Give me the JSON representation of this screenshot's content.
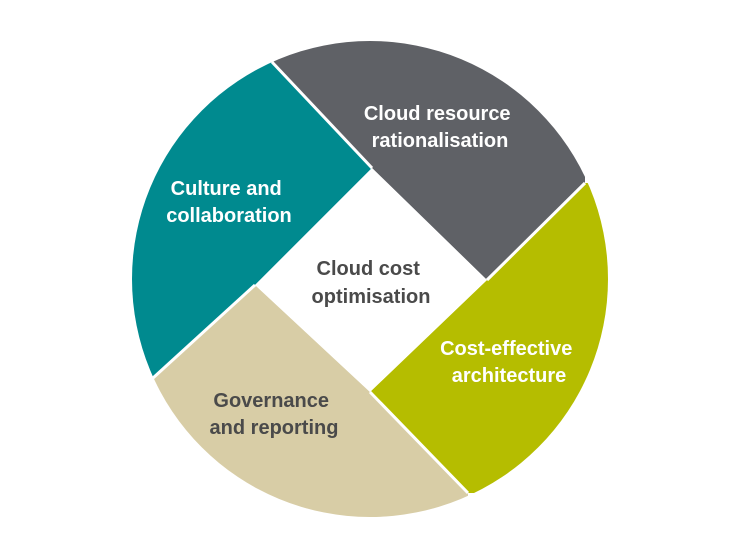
{
  "center": {
    "line1": "Cloud cost",
    "line2": "optimisation",
    "color": "#4a4a4a"
  },
  "segments": {
    "resource": {
      "line1": "Cloud resource",
      "line2": "rationalisation",
      "fill": "#5f6166",
      "text_color": "#ffffff"
    },
    "architecture": {
      "line1": "Cost-effective",
      "line2": "architecture",
      "fill": "#b5bd00",
      "text_color": "#ffffff"
    },
    "governance": {
      "line1": "Governance",
      "line2": "and reporting",
      "fill": "#d8cda6",
      "text_color": "#4a4a4a"
    },
    "culture": {
      "line1": "Culture and",
      "line2": "collaboration",
      "fill": "#008a8f",
      "text_color": "#ffffff"
    }
  }
}
